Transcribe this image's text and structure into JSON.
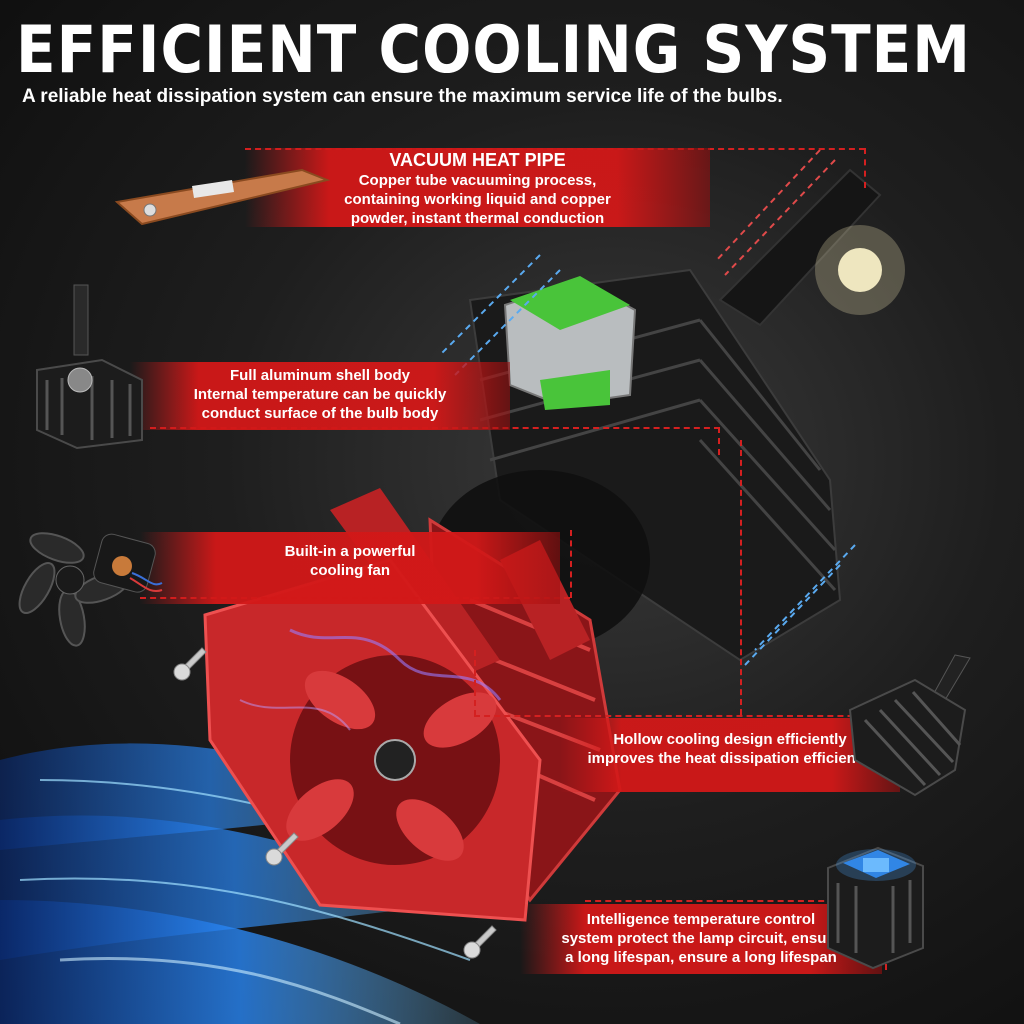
{
  "header": {
    "title": "EFFICIENT COOLING SYSTEM",
    "subtitle": "A reliable heat dissipation system can ensure the maximum service life of the bulbs."
  },
  "callouts": {
    "heat_pipe": {
      "heading": "VACUUM HEAT PIPE",
      "line1": "Copper tube vacuuming process,",
      "line2": "containing working liquid and copper",
      "line3": "powder, instant thermal conduction"
    },
    "shell": {
      "line1": "Full aluminum shell body",
      "line2": "Internal temperature can be quickly",
      "line3": "conduct surface of the bulb body"
    },
    "fan": {
      "line1": "Built-in a powerful",
      "line2": "cooling fan"
    },
    "hollow": {
      "line1": "Hollow cooling design efficiently",
      "line2": "improves the heat dissipation efficiency"
    },
    "control": {
      "line1": "Intelligence temperature control",
      "line2": "system protect the lamp circuit, ensure",
      "line3": "a long lifespan, ensure a long lifespan"
    }
  },
  "colors": {
    "accent_red": "#d21818",
    "heatsink_red": "#c8282a",
    "airflow_blue": "#2a8cff",
    "led_green": "#49c43a"
  },
  "icons": [
    "heat-pipe-icon",
    "heatsink-shell-icon",
    "fan-icon",
    "screw-icon",
    "chip-icon",
    "bulb-icon"
  ]
}
